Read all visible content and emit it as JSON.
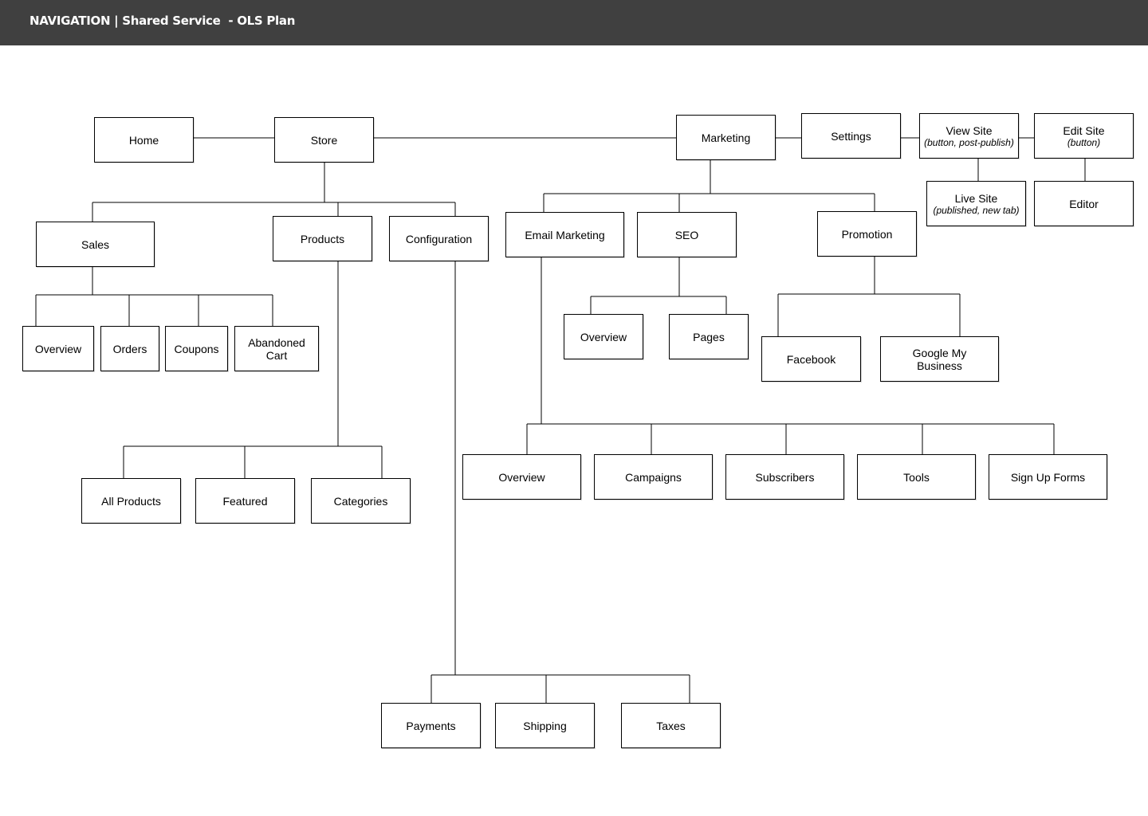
{
  "header": {
    "title": "NAVIGATION | Shared Service  - OLS Plan"
  },
  "nodes": {
    "home": "Home",
    "store": "Store",
    "marketing": "Marketing",
    "settings": "Settings",
    "view_site": {
      "label": "View Site",
      "sub": "(button, post-publish)"
    },
    "edit_site": {
      "label": "Edit Site",
      "sub": "(button)"
    },
    "live_site": {
      "label": "Live Site",
      "sub": "(published, new tab)"
    },
    "editor": "Editor",
    "sales": "Sales",
    "products": "Products",
    "configuration": "Configuration",
    "email_marketing": "Email Marketing",
    "seo": "SEO",
    "promotion": "Promotion",
    "sales_overview": "Overview",
    "orders": "Orders",
    "coupons": "Coupons",
    "abandoned_cart": "Abandoned Cart",
    "seo_overview": "Overview",
    "pages": "Pages",
    "facebook": "Facebook",
    "google_my_business": "Google My Business",
    "email_overview": "Overview",
    "campaigns": "Campaigns",
    "subscribers": "Subscribers",
    "tools": "Tools",
    "sign_up_forms": "Sign Up Forms",
    "all_products": "All Products",
    "featured": "Featured",
    "categories": "Categories",
    "payments": "Payments",
    "shipping": "Shipping",
    "taxes": "Taxes"
  }
}
